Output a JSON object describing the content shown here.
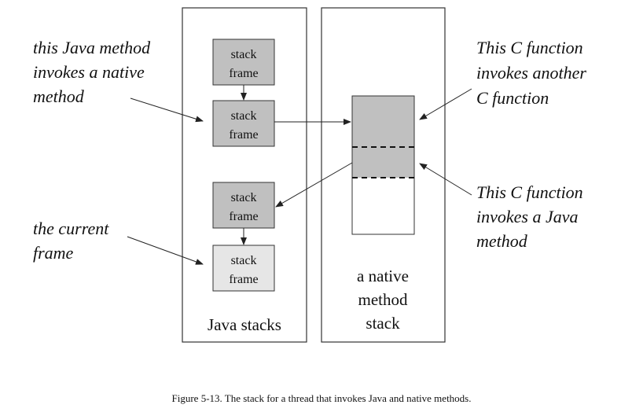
{
  "columns": {
    "java": "Java stacks",
    "native": [
      "a native",
      "method",
      "stack"
    ]
  },
  "frames": [
    {
      "lines": [
        "stack",
        "frame"
      ],
      "shade": "dark"
    },
    {
      "lines": [
        "stack",
        "frame"
      ],
      "shade": "dark"
    },
    {
      "lines": [
        "stack",
        "frame"
      ],
      "shade": "dark"
    },
    {
      "lines": [
        "stack",
        "frame"
      ],
      "shade": "light"
    }
  ],
  "annotations": {
    "java_invokes_native": [
      "this Java method",
      "invokes a native",
      "method"
    ],
    "current_frame": [
      "the current",
      "frame"
    ],
    "c_invokes_c": [
      "This C function",
      "invokes another",
      "C function"
    ],
    "c_invokes_java": [
      "This C function",
      "invokes a Java",
      "method"
    ]
  },
  "caption": "Figure 5-13. The stack for a thread that invokes Java and native methods.",
  "colors": {
    "dark_frame": "#c0c0c0",
    "light_frame": "#e6e6e6",
    "stroke": "#333333"
  }
}
